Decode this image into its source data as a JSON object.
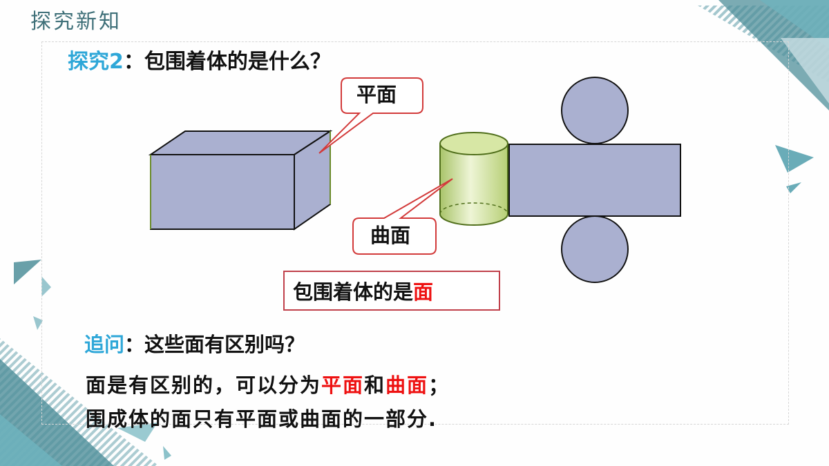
{
  "section_title": "探究新知",
  "question": {
    "tag": "探究2",
    "sep": "：",
    "text": "包围着体的是什么？"
  },
  "callouts": {
    "plane": "平面",
    "curved": "曲面"
  },
  "answer_box": {
    "prefix": "包围着体的是",
    "highlight": "面"
  },
  "follow_up": {
    "tag": "追问",
    "sep": "：",
    "text": "这些面有区别吗？"
  },
  "answer": {
    "line1": {
      "part1": "面是有区别的，可以分为",
      "red1": "平面",
      "mid": "和",
      "red2": "曲面",
      "end": "；"
    },
    "line2": "围成体的面只有平面或曲面的一部分."
  },
  "colors": {
    "accent_blue": "#2ea7d8",
    "highlight_red": "#ee1111",
    "box_border": "#c0404a",
    "shape_fill": "#aab0d0",
    "cylinder_green": "#c7dc8c",
    "teal_deco": "#4f8f9a"
  }
}
